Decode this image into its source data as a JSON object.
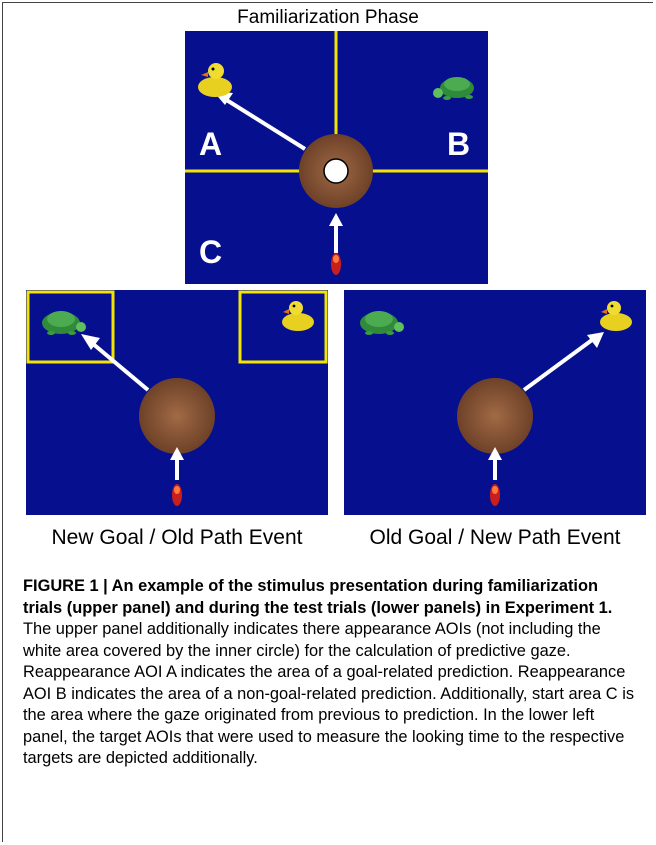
{
  "top_panel": {
    "title": "Familiarization Phase",
    "aoi_labels": {
      "a": "A",
      "b": "B",
      "c": "C"
    }
  },
  "lower_left": {
    "caption": "New Goal / Old Path Event"
  },
  "lower_right": {
    "caption": "Old Goal / New Path Event"
  },
  "figure": {
    "label": "FIGURE 1 | An example of the stimulus presentation during familiarization trials (upper panel) and during the test trials (lower panels) in Experiment 1.",
    "body": " The upper panel additionally indicates there appearance AOIs (not including the white area covered by the inner circle) for the calculation of predictive gaze. Reappearance AOI A indicates the area of a goal-related prediction. Reappearance AOI B indicates the area of a non-goal-related prediction. Additionally, start area C is the area where the gaze originated from previous to prediction. In the lower left panel, the target AOIs that were used to measure the looking time to the respective targets are depicted additionally."
  },
  "colors": {
    "scene_background": "#06108f",
    "aoi_lines": "#f2e400",
    "arrows": "#ffffff",
    "table": "#8a5a3a",
    "duck": "#e8d020",
    "turtle": "#2f8a3a",
    "agent": "#c81e1e"
  }
}
